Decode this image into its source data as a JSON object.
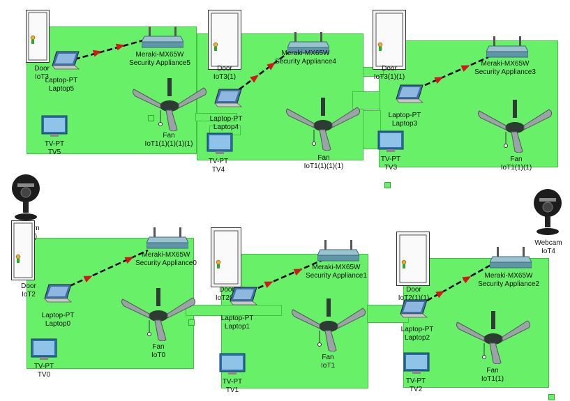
{
  "colors": {
    "zone": "#68f068",
    "link": "#000000",
    "arrow": "#d01818"
  },
  "nodes": {
    "door_iot3": [
      "Door",
      "IoT3"
    ],
    "laptop5": [
      "Laptop-PT",
      "Laptop5"
    ],
    "router5": [
      "Meraki-MX65W",
      "Security Appliance5"
    ],
    "fan5": [
      "Fan",
      "IoT1(1)(1)(1)(1)"
    ],
    "tv5": [
      "TV-PT",
      "TV5"
    ],
    "door_iot3_1": [
      "Door",
      "IoT3(1)"
    ],
    "laptop4": [
      "Laptop-PT",
      "Laptop4"
    ],
    "router4": [
      "Meraki-MX65W",
      "Security Appliance4"
    ],
    "fan4": [
      "Fan",
      "IoT1(1)(1)(1)"
    ],
    "tv4": [
      "TV-PT",
      "TV4"
    ],
    "door_iot3_1_1": [
      "Door",
      "IoT3(1)(1)"
    ],
    "laptop3": [
      "Laptop-PT",
      "Laptop3"
    ],
    "router3": [
      "Meraki-MX65W",
      "Security Appliance3"
    ],
    "fan3": [
      "Fan",
      "IoT1(1)(1)"
    ],
    "tv3": [
      "TV-PT",
      "TV3"
    ],
    "webcam_iot4_1": [
      "Webcam",
      "IoT4(1)"
    ],
    "door_iot2": [
      "Door",
      "IoT2"
    ],
    "laptop0": [
      "Laptop-PT",
      "Laptop0"
    ],
    "router0": [
      "Meraki-MX65W",
      "Security Appliance0"
    ],
    "fan0": [
      "Fan",
      "IoT0"
    ],
    "tv0": [
      "TV-PT",
      "TV0"
    ],
    "door_iot2_1": [
      "Door",
      "IoT2(1)"
    ],
    "laptop1": [
      "Laptop-PT",
      "Laptop1"
    ],
    "router1": [
      "Meraki-MX65W",
      "Security Appliance1"
    ],
    "fan1": [
      "Fan",
      "IoT1"
    ],
    "tv1": [
      "TV-PT",
      "TV1"
    ],
    "door_iot2_1_1": [
      "Door",
      "IoT2(1)(1)"
    ],
    "laptop2": [
      "Laptop-PT",
      "Laptop2"
    ],
    "router2": [
      "Meraki-MX65W",
      "Security Appliance2"
    ],
    "fan2": [
      "Fan",
      "IoT1(1)"
    ],
    "tv2": [
      "TV-PT",
      "TV2"
    ],
    "webcam_iot4": [
      "Webcam",
      "IoT4"
    ]
  }
}
